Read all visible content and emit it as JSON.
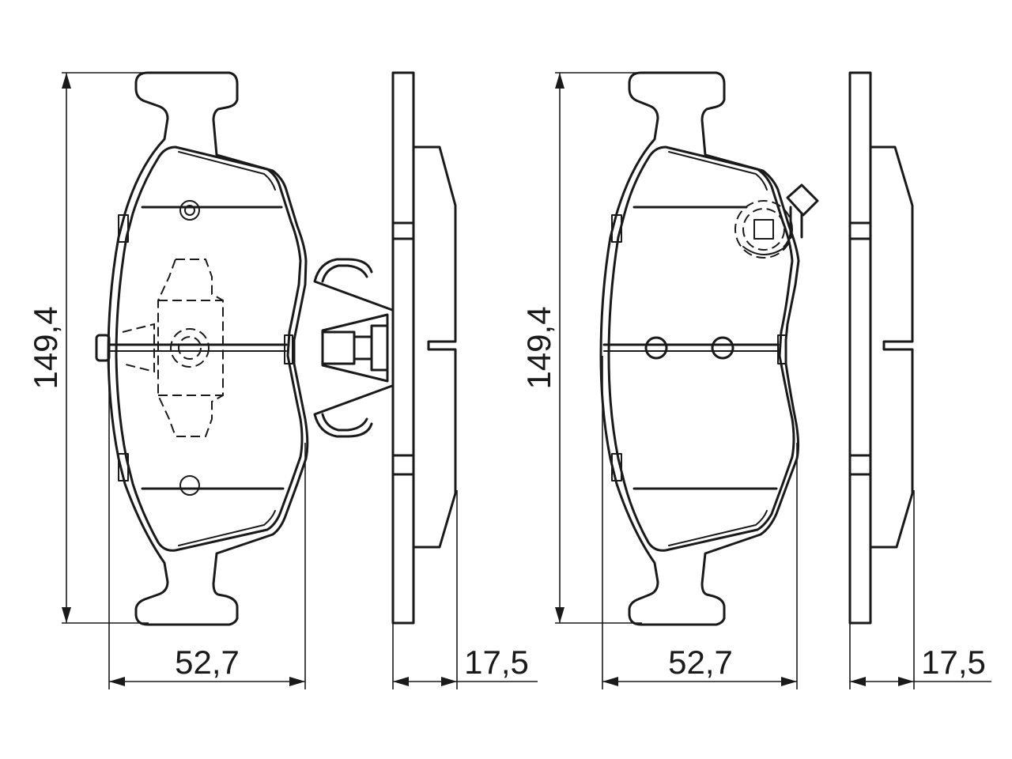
{
  "dimensions": {
    "left_pad": {
      "height": "149,4",
      "width": "52,7",
      "thickness": "17,5"
    },
    "right_pad": {
      "height": "149,4",
      "width": "52,7",
      "thickness": "17,5"
    }
  }
}
